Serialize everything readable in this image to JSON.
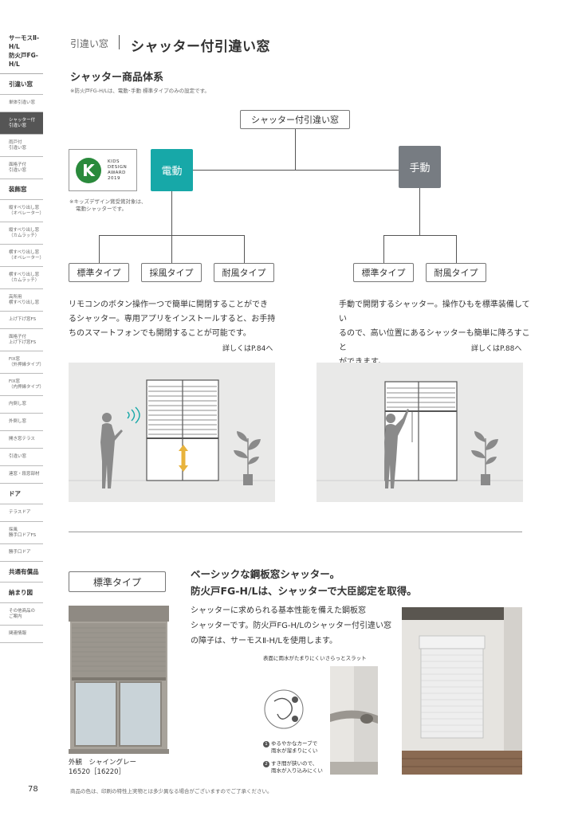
{
  "sidebar": {
    "title_lines": [
      "サーモスⅡ-H/L",
      "防火戸FG-H/L"
    ],
    "items": [
      {
        "lines": [
          "引違い窓"
        ],
        "major": true
      },
      {
        "lines": [
          "単体引違い窓"
        ]
      },
      {
        "lines": [
          "シャッター付",
          "引違い窓"
        ],
        "active": true
      },
      {
        "lines": [
          "雨戸付",
          "引違い窓"
        ]
      },
      {
        "lines": [
          "面格子付",
          "引違い窓"
        ]
      },
      {
        "lines": [
          "装飾窓"
        ],
        "major": true
      },
      {
        "lines": [
          "縦すべり出し窓",
          "（オペレーター）"
        ]
      },
      {
        "lines": [
          "縦すべり出し窓",
          "（カムラッチ）"
        ]
      },
      {
        "lines": [
          "横すべり出し窓",
          "（オペレーター）"
        ]
      },
      {
        "lines": [
          "横すべり出し窓",
          "（カムラッチ）"
        ]
      },
      {
        "lines": [
          "高所用",
          "横すべり出し窓"
        ]
      },
      {
        "lines": [
          "上げ下げ窓FS"
        ]
      },
      {
        "lines": [
          "面格子付",
          "上げ下げ窓FS"
        ]
      },
      {
        "lines": [
          "FIX窓",
          "（外押縁タイプ）"
        ]
      },
      {
        "lines": [
          "FIX窓",
          "（内押縁タイプ）"
        ]
      },
      {
        "lines": [
          "内倒し窓"
        ]
      },
      {
        "lines": [
          "外倒し窓"
        ]
      },
      {
        "lines": [
          "開き窓テラス"
        ]
      },
      {
        "lines": [
          "引違い窓"
        ]
      },
      {
        "lines": [
          "連窓・段窓部材"
        ]
      },
      {
        "lines": [
          "ドア"
        ],
        "major": true
      },
      {
        "lines": [
          "テラスドア"
        ]
      },
      {
        "lines": [
          "採風",
          "勝手口ドアFS"
        ]
      },
      {
        "lines": [
          "勝手口ドア"
        ]
      },
      {
        "lines": [
          "共通有償品"
        ],
        "major": true
      },
      {
        "lines": [
          "納まり図"
        ],
        "major": true
      },
      {
        "lines": [
          "その他商品の",
          "ご案内"
        ]
      },
      {
        "lines": [
          "関連情報"
        ]
      }
    ]
  },
  "header": {
    "breadcrumb": "引違い窓",
    "title": "シャッター付引違い窓"
  },
  "section": {
    "title": "シャッター商品体系",
    "note": "※防火戸FG-H/Lは、電動･手動 標準タイプのみの設定です。"
  },
  "tree": {
    "root": "シャッター付引違い窓",
    "electric": "電動",
    "manual": "手動",
    "electric_types": [
      "標準タイプ",
      "採風タイプ",
      "耐風タイプ"
    ],
    "manual_types": [
      "標準タイプ",
      "耐風タイプ"
    ]
  },
  "award": {
    "letter": "K",
    "lines": [
      "KIDS",
      "DESIGN",
      "AWARD",
      "2019"
    ],
    "note_lines": [
      "※キッズデザイン賞受賞対象は、",
      "電動シャッターです。"
    ]
  },
  "electric_desc": {
    "lines": [
      "リモコンのボタン操作一つで簡単に開閉することができ",
      "るシャッター。専用アプリをインストールすると、お手持",
      "ちのスマートフォンでも開閉することが可能です。"
    ],
    "more": "詳しくはP.84へ"
  },
  "manual_desc": {
    "lines": [
      "手動で開閉するシャッター。操作ひもを標準装備してい",
      "るので、高い位置にあるシャッターも簡単に降ろすこと",
      "ができます。"
    ],
    "more": "詳しくはP.88へ"
  },
  "standard": {
    "label": "標準タイプ",
    "headline_lines": [
      "ベーシックな鋼板窓シャッター。",
      "防火戸FG-H/Lは、シャッターで大臣認定を取得。"
    ],
    "body_lines": [
      "シャッターに求められる基本性能を備えた鋼板窓",
      "シャッターです。防火戸FG-H/Lのシャッター付引違い窓",
      "の障子は、サーモスⅡ-H/Lを使用します。"
    ],
    "photo_caption_lines": [
      "外観　シャイングレー",
      "16520［16220］"
    ],
    "slat_title": "表面に雨水がたまりにくいさらっとスラット",
    "slat_notes": [
      {
        "num": "1",
        "lines": [
          "ゆるやかなカーブで",
          "雨水が溜まりにくい"
        ]
      },
      {
        "num": "2",
        "lines": [
          "すき間が狭いので、",
          "雨水が入り込みにくい"
        ]
      }
    ]
  },
  "page_number": "78",
  "footnote": "商品の色は、印刷の特性上実物とは多少異なる場合がございますのでご了承ください。",
  "colors": {
    "electric": "#17a8a8",
    "manual": "#777c82",
    "active_nav": "#555555"
  }
}
